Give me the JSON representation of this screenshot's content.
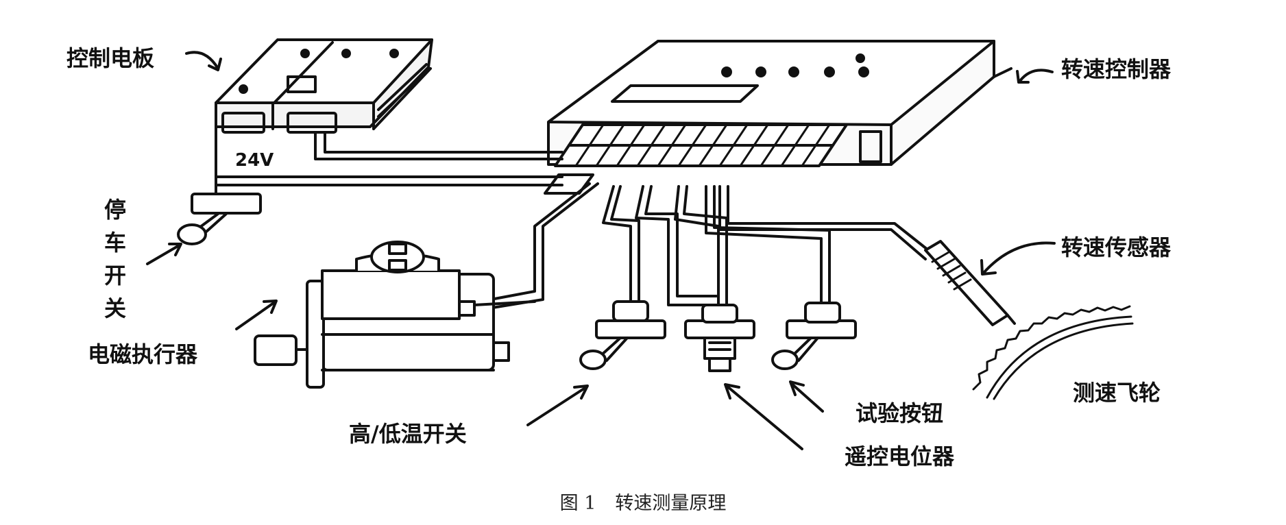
{
  "diagram": {
    "labels": {
      "control_board": "控制电板",
      "speed_controller": "转速控制器",
      "voltage": "24V",
      "stop_switch": "停车开关",
      "actuator": "电磁执行器",
      "speed_sensor": "转速传感器",
      "flywheel": "测速飞轮",
      "temp_switch": "高/低温开关",
      "test_button": "试验按钮",
      "remote_pot": "遥控电位器"
    },
    "caption": {
      "number": "图 1",
      "title": "转速测量原理"
    }
  }
}
